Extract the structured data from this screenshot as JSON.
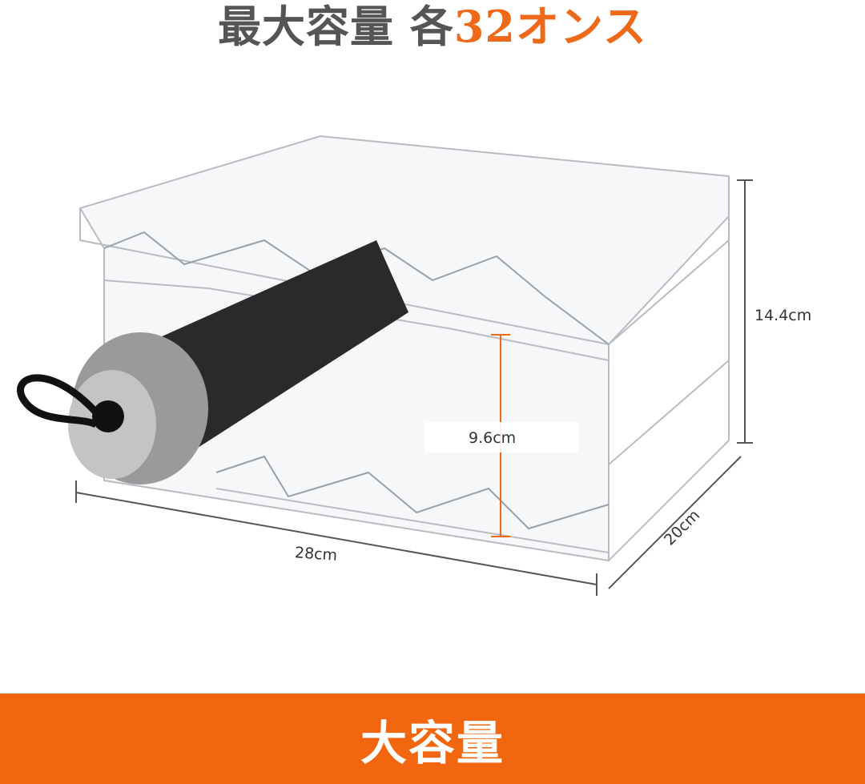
{
  "title": {
    "prefix": "最大容量 各",
    "highlight": "32オンス"
  },
  "dimensions": {
    "height": "14.4cm",
    "tier_gap": "9.6cm",
    "width": "28cm",
    "depth": "20cm"
  },
  "banner": {
    "label": "大容量"
  },
  "colors": {
    "accent": "#f2660f",
    "title_gray": "#555555"
  }
}
